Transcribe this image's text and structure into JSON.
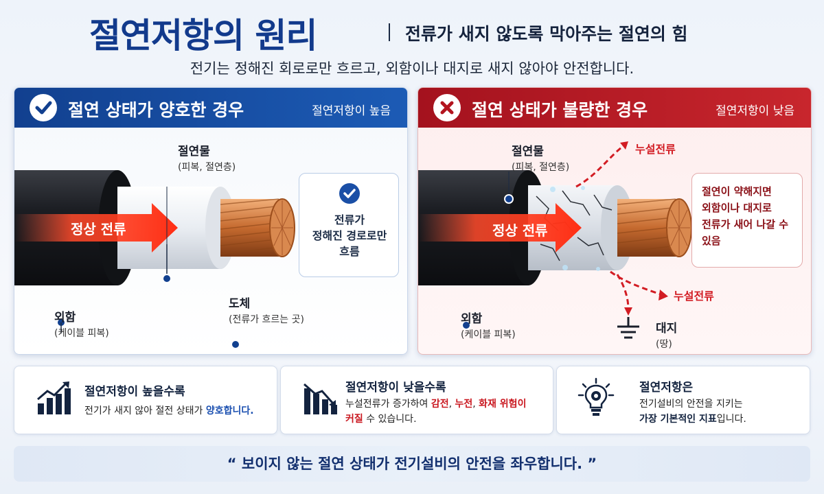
{
  "header": {
    "title": "절연저항의 원리",
    "subtitle": "전류가 새지 않도록 막아주는 절연의 힘",
    "tagline": "전기는 정해진 회로로만 흐르고, 외함이나 대지로 새지 않아야 안전합니다."
  },
  "good_panel": {
    "title": "절연 상태가 양호한 경우",
    "status": "절연저항이 높음",
    "insulation_label": "절연물",
    "insulation_sub": "(피복, 절연층)",
    "flow_label": "정상 전류",
    "sheath_label": "외함",
    "sheath_sub": "(케이블 피복)",
    "conductor_label": "도체",
    "conductor_sub": "(전류가 흐르는 곳)",
    "callout": [
      "전류가",
      "정해진 경로로만",
      "흐름"
    ],
    "colors": {
      "header": "#12408f",
      "accent": "#1a4fa6"
    }
  },
  "bad_panel": {
    "title": "절연 상태가 불량한 경우",
    "status": "절연저항이 낮음",
    "insulation_label": "절연물",
    "insulation_sub": "(피복, 절연층)",
    "flow_label": "정상 전류",
    "sheath_label": "외함",
    "sheath_sub": "(케이블 피복)",
    "leak_label_1": "누설전류",
    "leak_label_2": "누설전류",
    "earth_label": "대지",
    "earth_sub": "(땅)",
    "callout": [
      "절연이 약해지면",
      "외함이나 대지로",
      "전류가 새어 나갈 수",
      "있음"
    ],
    "colors": {
      "header": "#a4121e",
      "accent": "#d21c23"
    }
  },
  "info_cards": [
    {
      "icon": "chart-up-icon",
      "title": "절연저항이 높을수록",
      "desc_parts": [
        {
          "text": "전기가 새지 않아 절전 상태가 ",
          "style": ""
        },
        {
          "text": "양호합니다.",
          "style": "hl-blue"
        }
      ]
    },
    {
      "icon": "chart-down-icon",
      "title": "절연저항이 낮을수록",
      "desc_parts": [
        {
          "text": "누설전류가 증가하여 ",
          "style": ""
        },
        {
          "text": "감전",
          "style": "hl-red"
        },
        {
          "text": ", ",
          "style": ""
        },
        {
          "text": "누전",
          "style": "hl-red"
        },
        {
          "text": ", ",
          "style": ""
        },
        {
          "text": "화재 위험이",
          "style": "hl-red"
        },
        {
          "text": "\n",
          "style": ""
        },
        {
          "text": "커질",
          "style": "hl-red"
        },
        {
          "text": " 수 있습니다.",
          "style": ""
        }
      ]
    },
    {
      "icon": "lightbulb-gear-icon",
      "title": "절연저항은",
      "desc_parts": [
        {
          "text": "전기설비의 안전을 지키는",
          "style": ""
        },
        {
          "text": "\n",
          "style": ""
        },
        {
          "text": "가장 기본적인 지표",
          "style": "hl-bold"
        },
        {
          "text": "입니다.",
          "style": ""
        }
      ]
    }
  ],
  "quote": "“ 보이지 않는 절연 상태가 전기설비의 안전을 좌우합니다. ”"
}
